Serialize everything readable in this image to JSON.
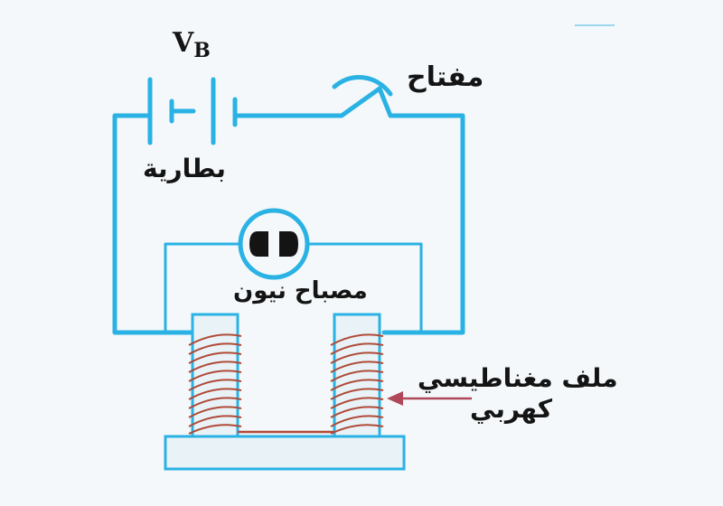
{
  "labels": {
    "voltage": "V",
    "voltage_sub": "B",
    "switch": "مفتاح",
    "battery": "بطارية",
    "neon_lamp": "مصباح نيون",
    "coil_line1": "ملف مغناطيسي",
    "coil_line2": "كهربي"
  },
  "colors": {
    "wire": "#2ab2e4",
    "coil": "#b04a38",
    "arrow": "#b0485a",
    "base": "#e9f3f7",
    "text": "#141414",
    "background": "#f4f8fa"
  }
}
